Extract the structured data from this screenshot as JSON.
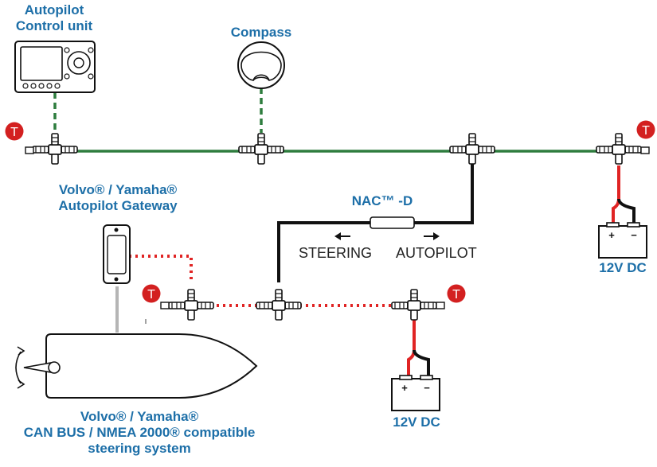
{
  "labels": {
    "autopilot_control_line1": "Autopilot",
    "autopilot_control_line2": "Control unit",
    "compass": "Compass",
    "gateway_line1": "Volvo® / Yamaha®",
    "gateway_line2": "Autopilot Gateway",
    "nac_cable": "NAC™ -D",
    "steering": "STEERING",
    "autopilot": "AUTOPILOT",
    "power_right": "12V DC",
    "power_bottom": "12V DC",
    "steering_system_line1": "Volvo® / Yamaha®",
    "steering_system_line2": "CAN BUS / NMEA 2000® compatible",
    "steering_system_line3": "steering system",
    "terminator": "T",
    "battery_plus": "+",
    "battery_minus": "−"
  },
  "colors": {
    "label_blue": "#1d6fa8",
    "backbone_green": "#2e7d3e",
    "can_red": "#e02424",
    "terminator_red": "#d32020",
    "cable_black": "#111111",
    "gray_cable": "#b5b5b5"
  }
}
